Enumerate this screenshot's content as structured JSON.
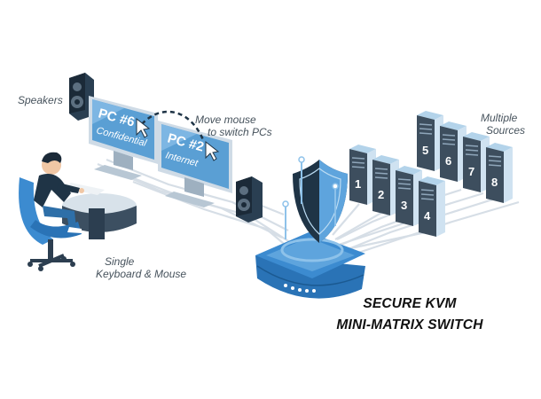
{
  "labels": {
    "speakers": "Speakers",
    "move_mouse_line1": "Move mouse",
    "move_mouse_line2": "to switch PCs",
    "multiple_line1": "Multiple",
    "multiple_line2": "Sources",
    "single_line1": "Single",
    "single_line2": "Keyboard & Mouse"
  },
  "monitors": [
    {
      "number": "PC #6",
      "name": "Confidential"
    },
    {
      "number": "PC #2",
      "name": "Internet"
    }
  ],
  "servers": [
    "1",
    "2",
    "3",
    "4",
    "5",
    "6",
    "7",
    "8"
  ],
  "title": {
    "line1": "SECURE KVM",
    "line2": "MINI-MATRIX SWITCH"
  },
  "colors": {
    "cable": "#d6dee6",
    "screen": "#5a9fd4",
    "screen_dark": "#2e6fa8",
    "device_dark": "#1f3446",
    "switch_blue": "#3c8bd0",
    "server_face": "#3d4e5e",
    "server_top": "#b3d3ea"
  }
}
